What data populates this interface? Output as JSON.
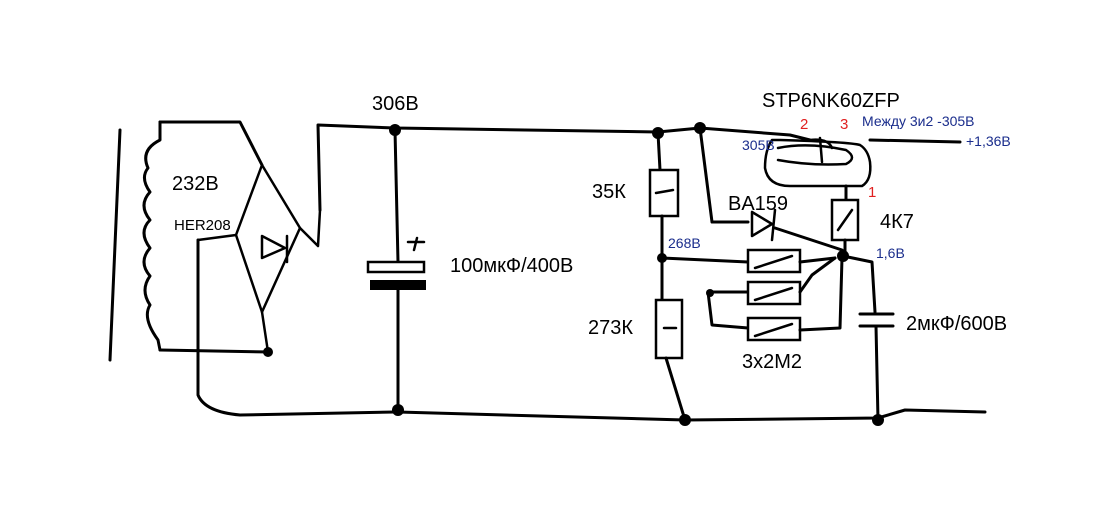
{
  "labels": {
    "transformer_voltage": "232В",
    "diode_bridge": "HER208",
    "bus_voltage": "306В",
    "main_capacitor": "100мкФ/400В",
    "transistor": "STP6NK60ZFP",
    "pin_2": "2",
    "pin_3": "3",
    "pin_1": "1",
    "drain_voltage": "305В",
    "voltage_note": "Между 3и2 -305В",
    "voltage_note_2": "+1,36В",
    "resistor_top": "35К",
    "divider_voltage": "268В",
    "resistor_bottom": "273К",
    "diode": "BA159",
    "gate_resistor": "4К7",
    "gate_voltage": "1,6В",
    "gate_capacitor": "2мкФ/600В",
    "resistor_chain": "3х2М2"
  },
  "colors": {
    "annotation_blue": "#1a2d8c",
    "pin_red": "#e02020",
    "wire": "#000000"
  }
}
